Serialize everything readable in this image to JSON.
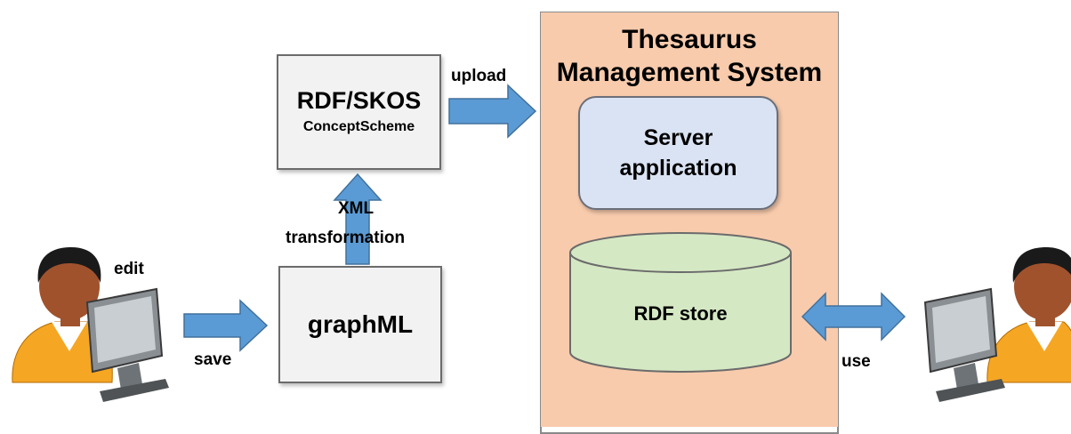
{
  "colors": {
    "arrow": "#5b9bd5",
    "arrow_stroke": "#41719c",
    "tms_fill": "#f8cbad",
    "server_fill": "#dae3f3",
    "store_fill": "#d5e8c4",
    "box_fill": "#f2f2f2",
    "skin": "#a0522d",
    "hair": "#1a1a1a",
    "shirt": "#f5a623"
  },
  "icons": [
    "user-at-computer-icon"
  ],
  "nodes": {
    "rdf_skos": {
      "title": "RDF/SKOS",
      "subtitle": "ConceptScheme"
    },
    "graphml": {
      "title": "graphML"
    },
    "tms": {
      "title_line1": "Thesaurus",
      "title_line2": "Management System",
      "server": {
        "line1": "Server",
        "line2": "application"
      },
      "store": {
        "label": "RDF store"
      }
    }
  },
  "edges": {
    "edit": "edit",
    "save": "save",
    "xml_line1": "XML",
    "xml_line2": "transformation",
    "upload": "upload",
    "use": "use"
  }
}
